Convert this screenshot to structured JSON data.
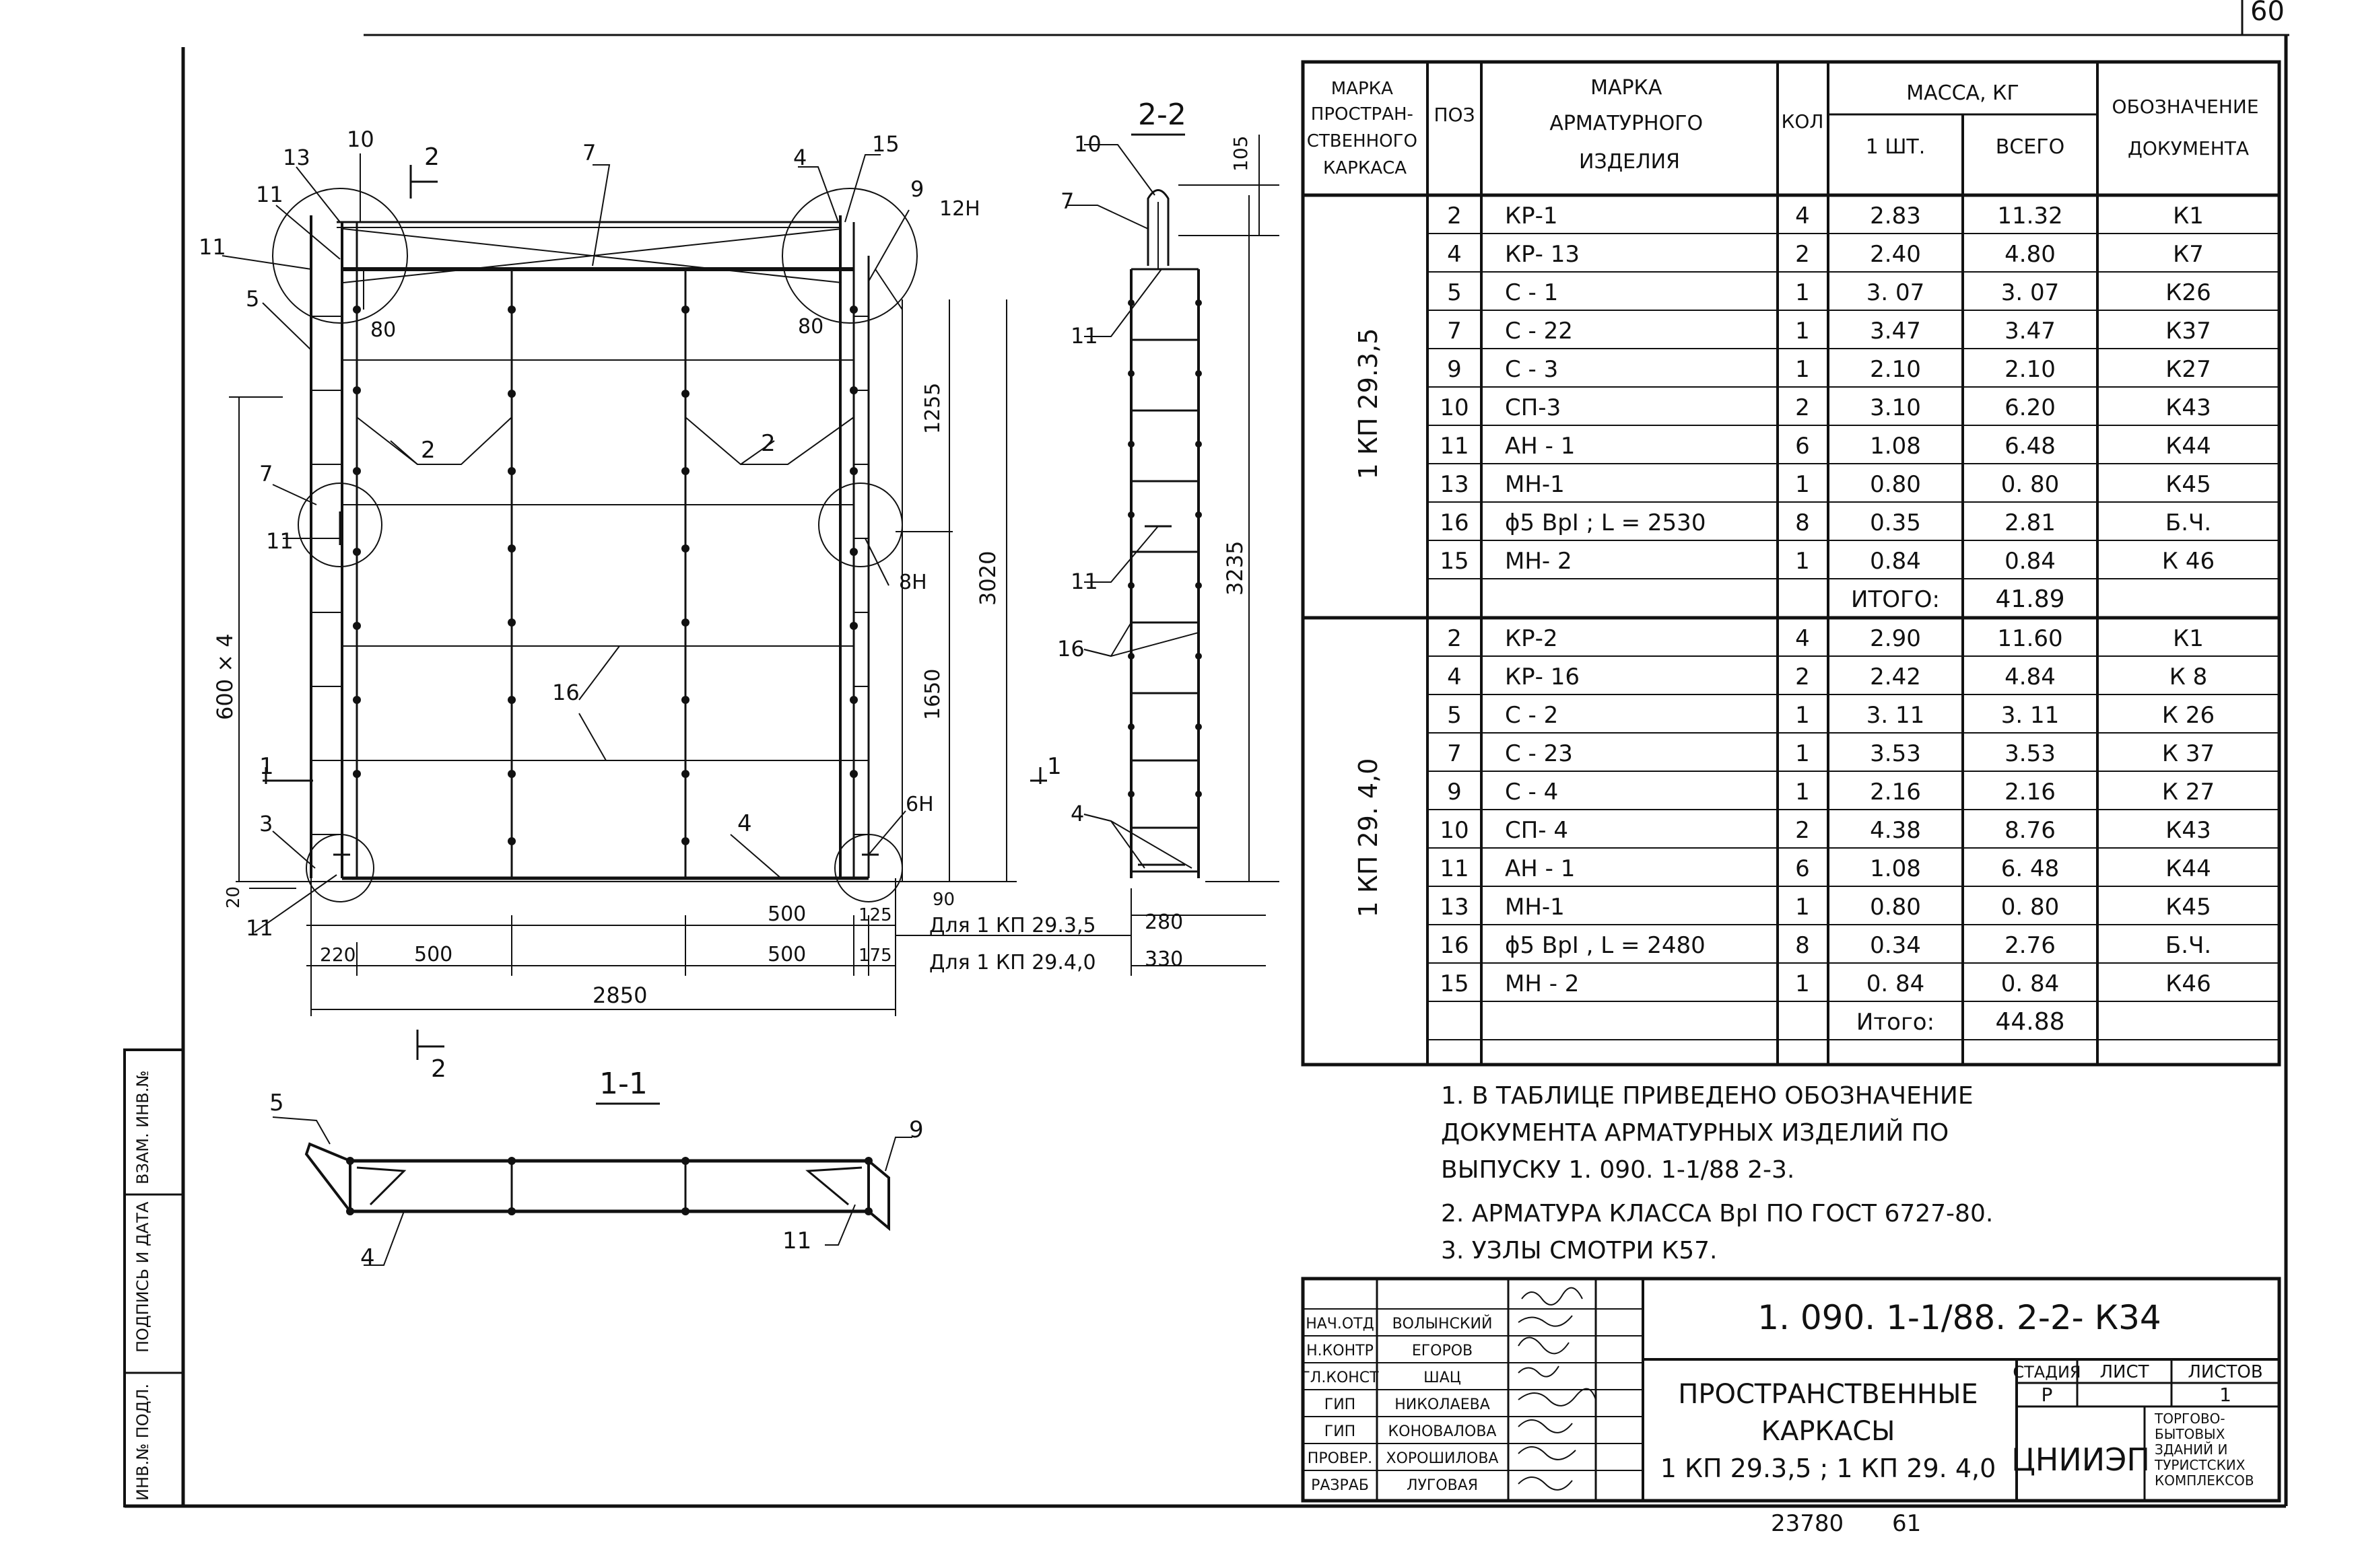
{
  "sheet_number": "60",
  "views": {
    "elevation_callouts": [
      "13",
      "10",
      "2",
      "7",
      "4",
      "15",
      "9",
      "12Н",
      "11",
      "11",
      "5",
      "2",
      "2",
      "7",
      "11",
      "8Н",
      "16",
      "1",
      "3",
      "11",
      "4",
      "6Н",
      "1"
    ],
    "dims_elevation": {
      "d80_left": "80",
      "d80_right": "80",
      "d1255": "1255",
      "d3020": "3020",
      "d1650": "1650",
      "d600x4": "600 × 4",
      "d20": "20",
      "d90": "90",
      "d500_a": "500",
      "d125": "125",
      "for_35": "Для 1 КП 29.3,5",
      "d220": "220",
      "d500_b": "500",
      "d500_c": "500",
      "d175": "175",
      "for_40": "Для 1 КП 29.4,0",
      "d2850": "2850",
      "d280": "280",
      "d330": "330"
    },
    "section_22_title": "2-2",
    "section_22_callouts": [
      "10",
      "7",
      "11",
      "11",
      "16",
      "4"
    ],
    "dims_section_22": {
      "d105": "105",
      "d3235": "3235"
    },
    "section_11_title": "1-1",
    "section_11_callouts": [
      "5",
      "9",
      "4",
      "11"
    ],
    "cut_mark_2": "2"
  },
  "table": {
    "headers": {
      "mark_space": "МАРКА ПРОСТРАН- СТВЕННОГО КАРКАСА",
      "pos": "ПОЗ",
      "mark_arm": "МАРКА АРМАТУРНОГО ИЗДЕЛИЯ",
      "qty": "КОЛ",
      "mass": "МАССА, КГ",
      "mass_one": "1 ШТ.",
      "mass_total": "ВСЕГО",
      "doc": "ОБОЗНАЧЕНИЕ ДОКУМЕНТА"
    },
    "groups": [
      {
        "name": "1 КП 29.3,5",
        "rows": [
          [
            "2",
            "КР-1",
            "4",
            "2.83",
            "11.32",
            "К1"
          ],
          [
            "4",
            "КР- 13",
            "2",
            "2.40",
            "4.80",
            "К7"
          ],
          [
            "5",
            "С - 1",
            "1",
            "3. 07",
            "3. 07",
            "К26"
          ],
          [
            "7",
            "С - 22",
            "1",
            "3.47",
            "3.47",
            "К37"
          ],
          [
            "9",
            "С - 3",
            "1",
            "2.10",
            "2.10",
            "К27"
          ],
          [
            "10",
            "СП-3",
            "2",
            "3.10",
            "6.20",
            "К43"
          ],
          [
            "11",
            "АН - 1",
            "6",
            "1.08",
            "6.48",
            "К44"
          ],
          [
            "13",
            "МН-1",
            "1",
            "0.80",
            "0. 80",
            "К45"
          ],
          [
            "16",
            "ϕ5 ВрI ; L = 2530",
            "8",
            "0.35",
            "2.81",
            "Б.Ч."
          ],
          [
            "15",
            "МН- 2",
            "1",
            "0.84",
            "0.84",
            "К 46"
          ]
        ],
        "total_label": "ИТОГО:",
        "total": "41.89"
      },
      {
        "name": "1 КП 29. 4,0",
        "rows": [
          [
            "2",
            "КР-2",
            "4",
            "2.90",
            "11.60",
            "К1"
          ],
          [
            "4",
            "КР- 16",
            "2",
            "2.42",
            "4.84",
            "К 8"
          ],
          [
            "5",
            "С - 2",
            "1",
            "3. 11",
            "3. 11",
            "К 26"
          ],
          [
            "7",
            "С - 23",
            "1",
            "3.53",
            "3.53",
            "К 37"
          ],
          [
            "9",
            "С - 4",
            "1",
            "2.16",
            "2.16",
            "К 27"
          ],
          [
            "10",
            "СП- 4",
            "2",
            "4.38",
            "8.76",
            "К43"
          ],
          [
            "11",
            "АН - 1",
            "6",
            "1.08",
            "6. 48",
            "К44"
          ],
          [
            "13",
            "МН-1",
            "1",
            "0.80",
            "0. 80",
            "К45"
          ],
          [
            "16",
            "ϕ5 ВрI , L = 2480",
            "8",
            "0.34",
            "2.76",
            "Б.Ч."
          ],
          [
            "15",
            "МН - 2",
            "1",
            "0. 84",
            "0. 84",
            "К46"
          ]
        ],
        "total_label": "Итого:",
        "total": "44.88"
      }
    ]
  },
  "notes": [
    "1. В ТАБЛИЦЕ ПРИВЕДЕНО   ОБОЗНАЧЕНИЕ",
    "ДОКУМЕНТА  АРМАТУРНЫХ   ИЗДЕЛИЙ   ПО",
    "ВЫПУСКУ  1. 090. 1-1/88  2-3.",
    "2. АРМАТУРА   КЛАССА   ВрI  ПО ГОСТ 6727-80.",
    "3. УЗЛЫ  СМОТРИ  К57."
  ],
  "title_block": {
    "code": "1. 090. 1-1/88. 2-2- К34",
    "title_lines": [
      "ПРОСТРАНСТВЕННЫЕ",
      "КАРКАСЫ",
      "1 КП 29.3,5 ;  1 КП 29. 4,0"
    ],
    "people": [
      [
        "НАЧ.ОТД",
        "ВОЛЫНСКИЙ"
      ],
      [
        "Н.КОНТР",
        "ЕГОРОВ"
      ],
      [
        "ГЛ.КОНСТ",
        "ШАЦ"
      ],
      [
        "ГИП",
        "НИКОЛАЕВА"
      ],
      [
        "ГИП",
        "КОНОВАЛОВА"
      ],
      [
        "ПРОВЕР.",
        "ХОРОШИЛОВА"
      ],
      [
        "РАЗРАБ",
        "ЛУГОВАЯ"
      ]
    ],
    "stage_label": "СТАДИЯ",
    "sheet_label": "ЛИСТ",
    "sheets_label": "ЛИСТОВ",
    "stage": "Р",
    "sheet": "",
    "sheets": "1",
    "org": "ЦНИИЭП",
    "org_sub": [
      "ТОРГОВО-",
      "БЫТОВЫХ",
      "ЗДАНИЙ И",
      "ТУРИСТСКИХ",
      "КОМПЛЕКСОВ"
    ]
  },
  "side_stamp": [
    "ИНВ.№ ПОДЛ.",
    "ПОДПИСЬ И ДАТА",
    "ВЗАМ. ИНВ.№"
  ],
  "bottom_numbers": [
    "23780",
    "61"
  ]
}
